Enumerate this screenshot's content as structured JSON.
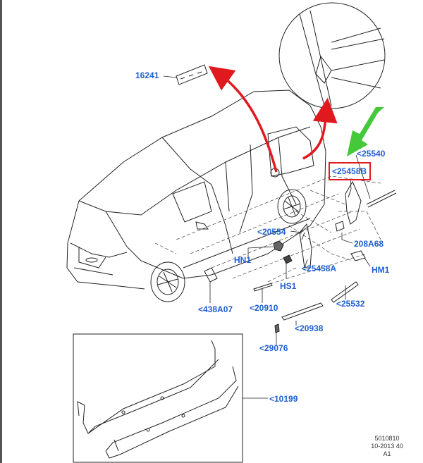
{
  "colors": {
    "callout": "#1f5fd1",
    "arrow_red": "#e0191f",
    "arrow_green": "#45c83a",
    "highlight_box": "#e0191f",
    "line_art": "#222222"
  },
  "callouts": {
    "c16241": "16241",
    "c25540": "<25540",
    "c25458b": "<25458B",
    "c20554": "<20554",
    "c208a68": "208A68",
    "hn1": "HN1",
    "c25458a": "<25458A",
    "hm1": "HM1",
    "hs1": "HS1",
    "c438a07": "<438A07",
    "c20910": "<20910",
    "c25532": "<25532",
    "c20938": "<20938",
    "c29076": "<29076",
    "c10199": "<10199"
  },
  "stamp": {
    "line1": "5010810",
    "line2": "10-2013 40",
    "line3": "A1"
  }
}
